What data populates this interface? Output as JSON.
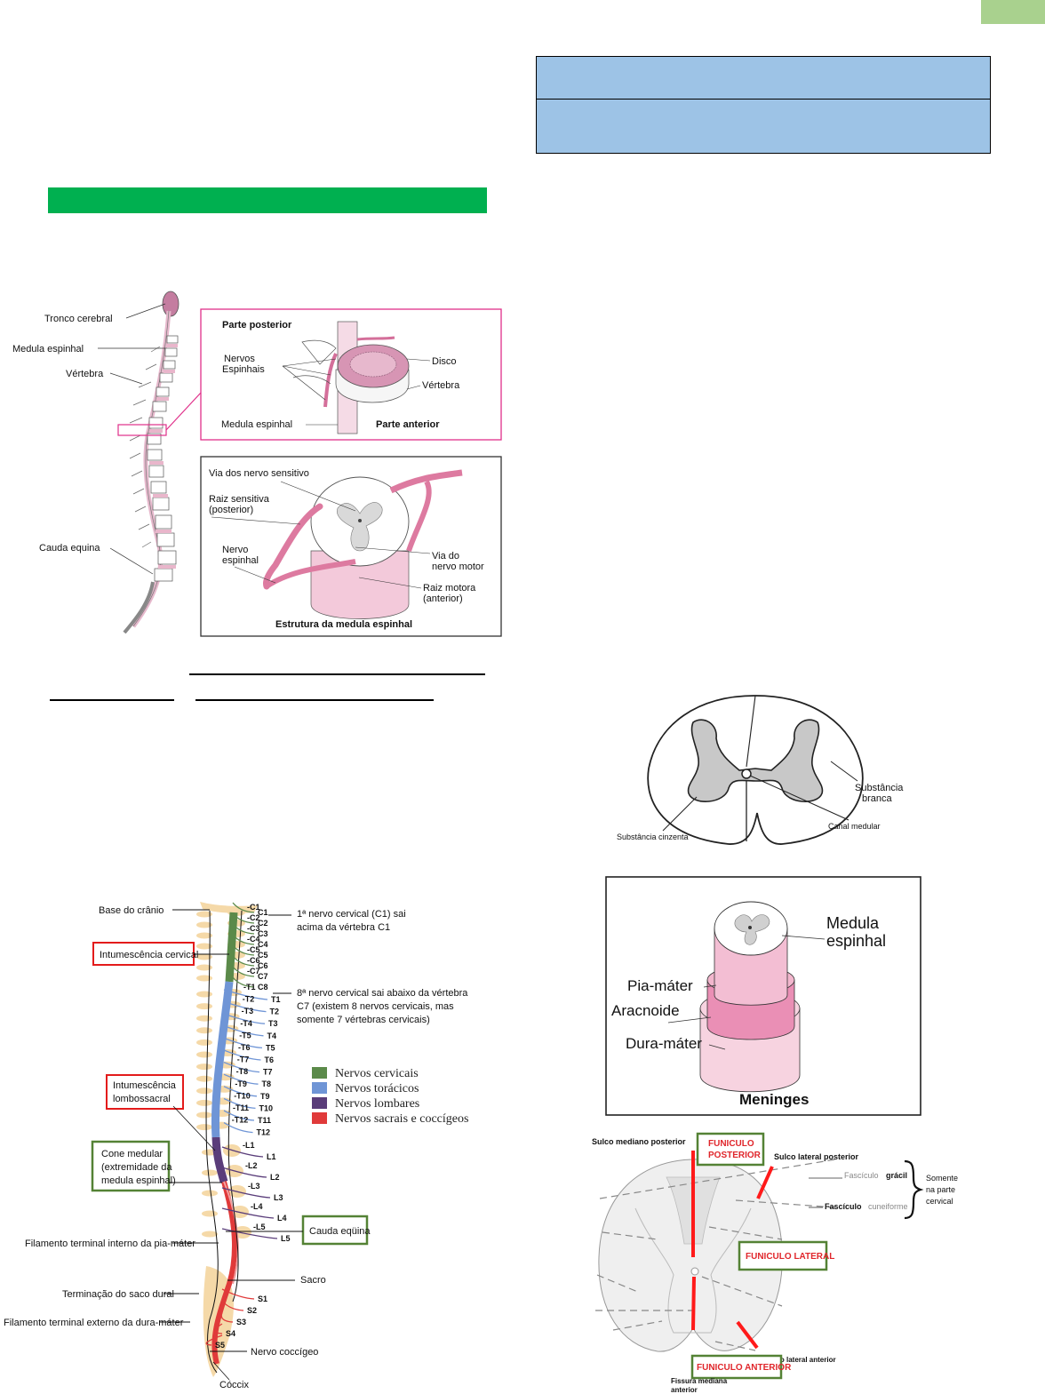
{
  "colors": {
    "corner_tab": "#a9d18e",
    "header_box": "#9dc3e6",
    "section_bar": "#00b050",
    "callout_red": "#e31b1b",
    "callout_green": "#548235",
    "cervical": "#5b8a4a",
    "thoracic": "#6f95d6",
    "lumbar": "#5a3d7a",
    "sacral": "#e03a3a",
    "spinal_pink": "#e8a0bd"
  },
  "fig1": {
    "spine_labels": {
      "tronco": "Tronco cerebral",
      "medula": "Medula espinhal",
      "vertebra": "Vértebra",
      "cauda": "Cauda equina"
    },
    "inset_top": {
      "posterior": "Parte  posterior",
      "nervos1": "Nervos",
      "nervos2": "Espinhais",
      "disco": "Disco",
      "vertebra": "Vértebra",
      "medula": "Medula espinhal",
      "anterior": "Parte anterior"
    },
    "inset_bottom": {
      "via_sens": "Via dos nervo sensitivo",
      "raiz_sens1": "Raiz sensitiva",
      "raiz_sens2": "(posterior)",
      "nervo1": "Nervo",
      "nervo2": "espinhal",
      "via_motor1": "Via do",
      "via_motor2": "nervo motor",
      "raiz_mot1": "Raiz motora",
      "raiz_mot2": "(anterior)",
      "title": "Estrutura da medula espinhal"
    }
  },
  "fig2": {
    "left_labels": {
      "base": "Base do crânio",
      "int_cerv": "Intumescência cervical",
      "int_lomb1": "Intumescência",
      "int_lomb2": "lombossacral",
      "cone1": "Cone medular",
      "cone2": "(extremidade da",
      "cone3": "medula espinhal)",
      "fil_int": "Filamento terminal interno da pia-máter",
      "term": "Terminação do saco dural",
      "fil_ext": "Filamento terminal externo da dura-máter"
    },
    "right_notes": {
      "c1_1": "1ª nervo cervical (C1) sai",
      "c1_2": "acima da vértebra C1",
      "c8_1": "8ª nervo cervical sai abaixo da vértebra",
      "c8_2": "C7 (existem 8 nervos cervicais, mas",
      "c8_3": "somente 7 vértebras cervicais)",
      "cauda": "Cauda eqüina",
      "sacro": "Sacro",
      "coccigeo": "Nervo coccígeo",
      "coccix": "Cóccix"
    },
    "nerve_labels": [
      "C1",
      "C2",
      "C3",
      "C4",
      "C5",
      "C6",
      "C7",
      "C8",
      "T1",
      "T2",
      "T3",
      "T4",
      "T5",
      "T6",
      "T7",
      "T8",
      "T9",
      "T10",
      "T11",
      "T12",
      "L1",
      "L2",
      "L3",
      "L4",
      "L5",
      "S1",
      "S2",
      "S3",
      "S4",
      "S5"
    ],
    "vertebra_labels": [
      "C1",
      "C2",
      "C3",
      "C4",
      "C5",
      "C6",
      "C7",
      "T1",
      "T2",
      "T3",
      "T4",
      "T5",
      "T6",
      "T7",
      "T8",
      "T9",
      "T10",
      "T11",
      "T12",
      "L1",
      "L2",
      "L3",
      "L4",
      "L5"
    ],
    "legend": [
      {
        "label": "Nervos cervicais",
        "color": "#5b8a4a"
      },
      {
        "label": "Nervos torácicos",
        "color": "#6f95d6"
      },
      {
        "label": "Nervos lombares",
        "color": "#5a3d7a"
      },
      {
        "label": "Nervos sacrais e coccígeos",
        "color": "#e03a3a"
      }
    ]
  },
  "fig3": {
    "branca1": "Substância",
    "branca2": "branca",
    "canal": "Canal medular",
    "cinzenta": "Substância cinzenta"
  },
  "fig4": {
    "medula1": "Medula",
    "medula2": "espinhal",
    "pia": "Pia-máter",
    "aracnoide": "Aracnoide",
    "dura": "Dura-máter",
    "title": "Meninges"
  },
  "fig5": {
    "sulco_med_post": "Sulco mediano posterior",
    "fun_post1": "FUNICULO",
    "fun_post2": "POSTERIOR",
    "sulco_lat_post": "Sulco lateral posterior",
    "gracil_a": "Fascículo",
    "gracil_b": "grácil",
    "cuneif_a": "Fascículo",
    "cuneif_b": "cuneiforme",
    "somente1": "Somente",
    "somente2": "na parte",
    "somente3": "cervical",
    "fun_lat": "FUNICULO LATERAL",
    "sulco_lat_ant": "Sulco lateral anterior",
    "fun_ant": "FUNICULO ANTERIOR",
    "fissura1": "Fissura mediana",
    "fissura2": "anterior"
  }
}
